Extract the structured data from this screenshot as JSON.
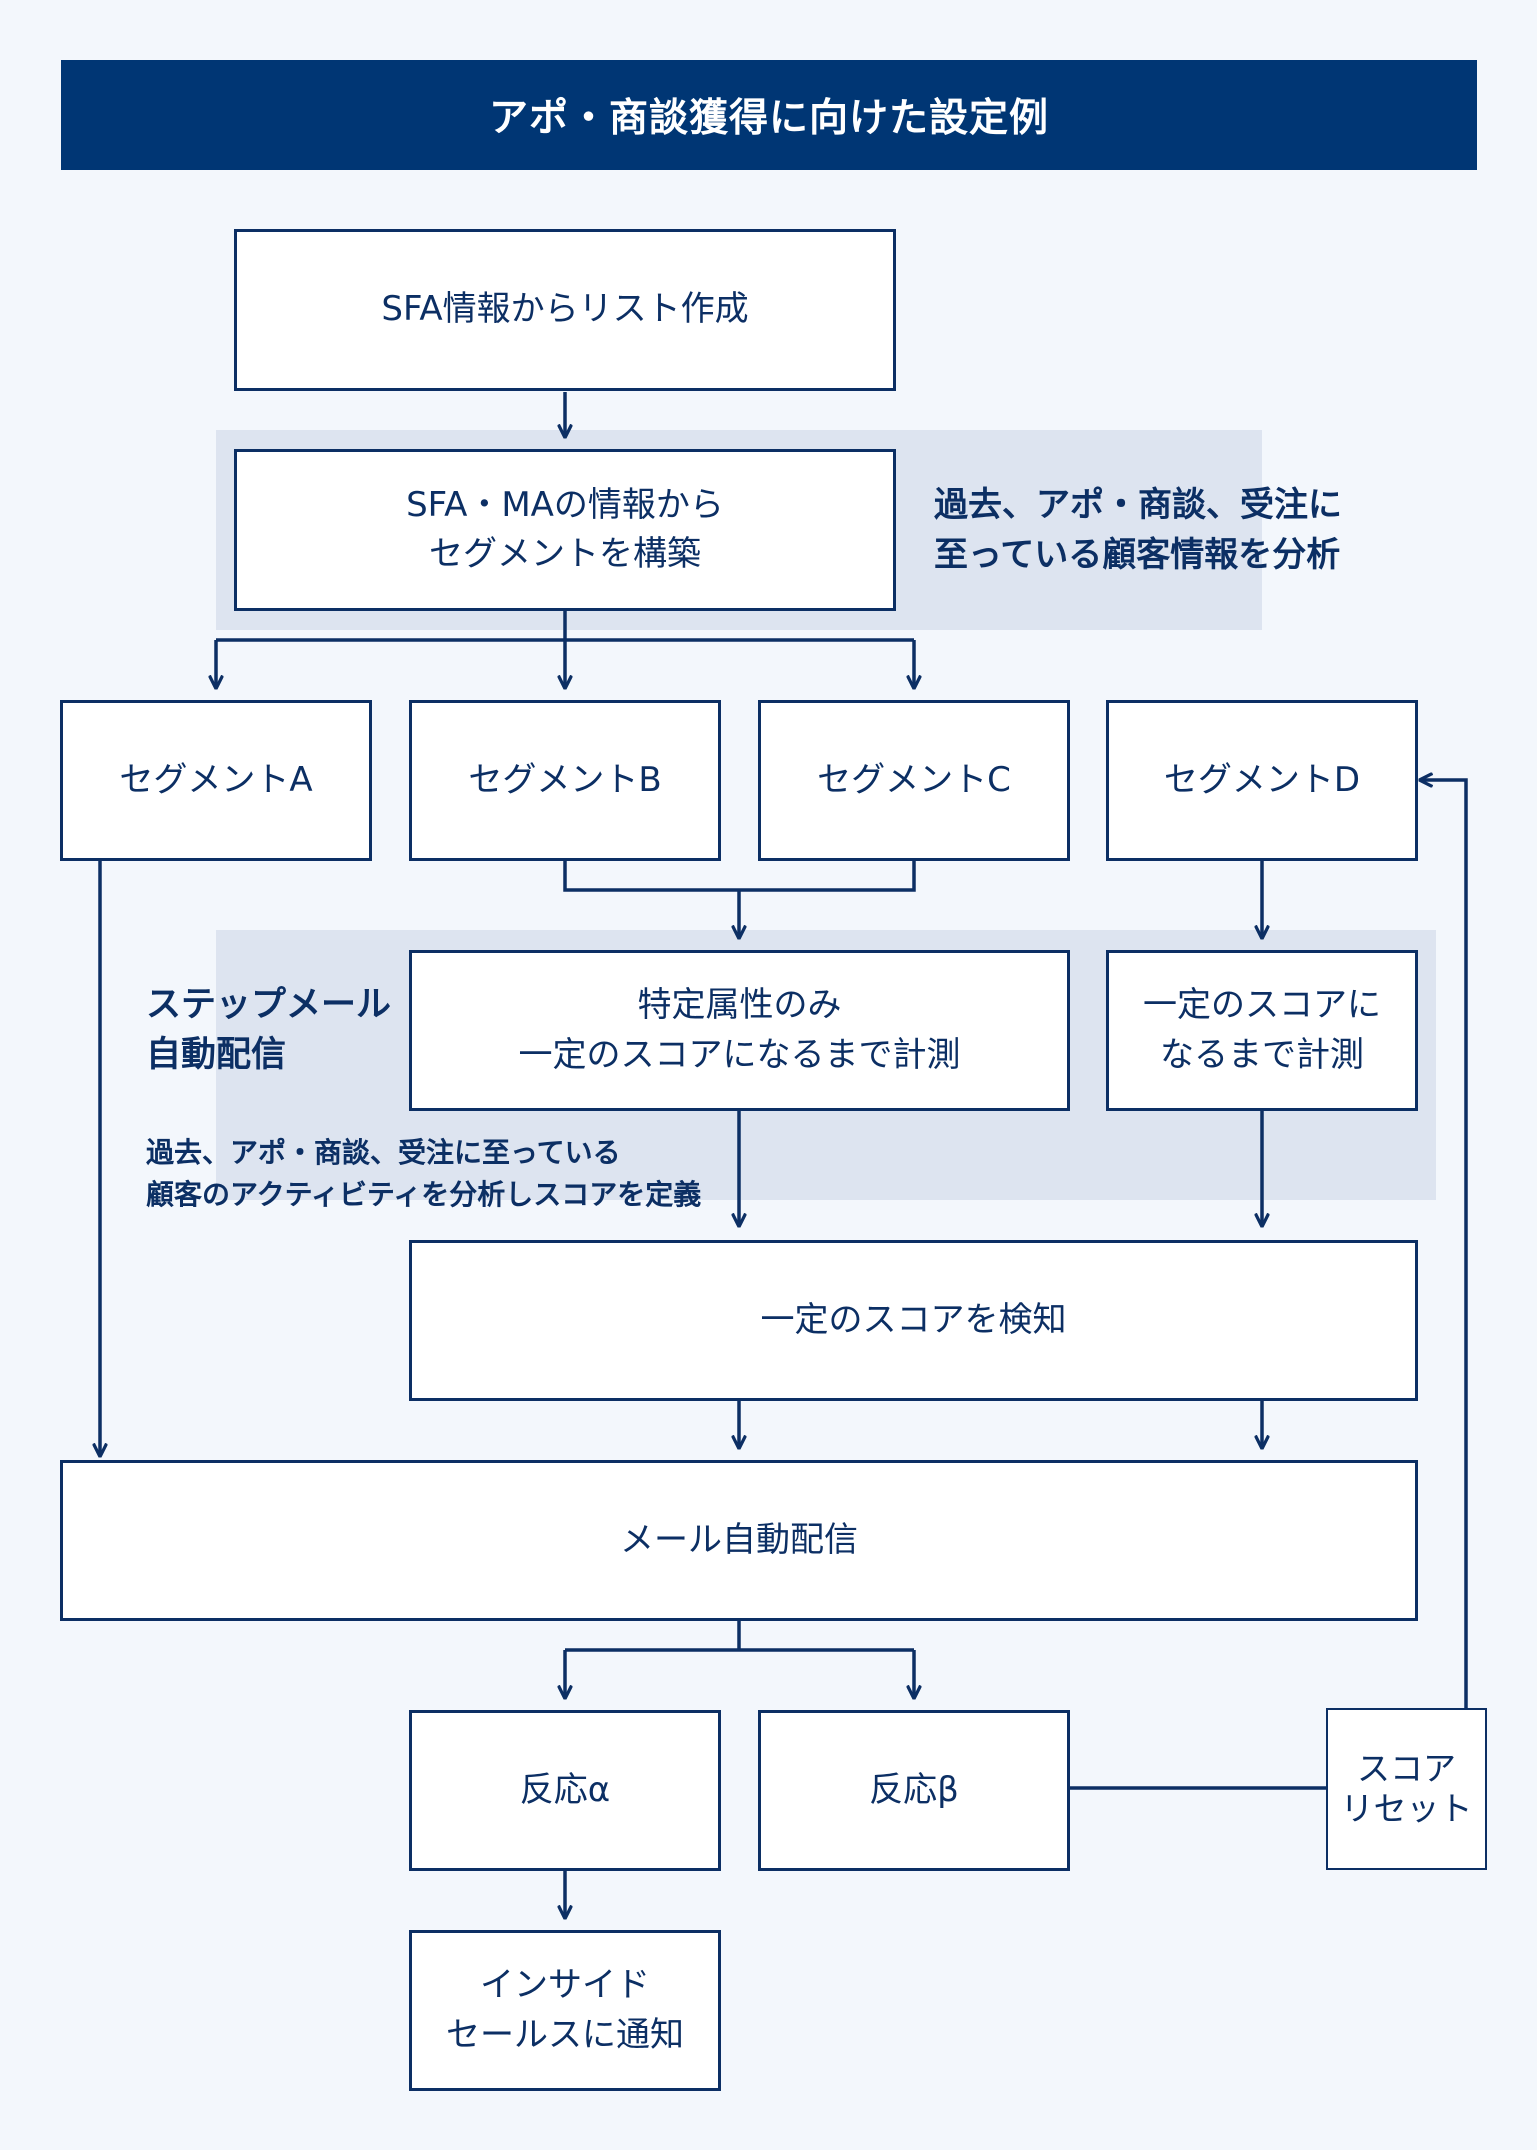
{
  "title": "アポ・商談獲得に向けた設定例",
  "nodes": {
    "create_list": [
      "SFA情報からリスト作成"
    ],
    "build_segments": [
      "SFA・MAの情報から",
      "セグメントを構築"
    ],
    "segment_a": [
      "セグメントA"
    ],
    "segment_b": [
      "セグメントB"
    ],
    "segment_c": [
      "セグメントC"
    ],
    "segment_d": [
      "セグメントD"
    ],
    "specific_attr": [
      "特定属性のみ",
      "一定のスコアになるまで計測"
    ],
    "measure_score": [
      "一定のスコアに",
      "なるまで計測"
    ],
    "detect_score": [
      "一定のスコアを検知"
    ],
    "mail_auto": [
      "メール自動配信"
    ],
    "reaction_alpha": [
      "反応α"
    ],
    "reaction_beta": [
      "反応β"
    ],
    "notify_sales": [
      "インサイド",
      "セールスに通知"
    ],
    "score_reset": [
      "スコア",
      "リセット"
    ]
  },
  "notes": {
    "analysis": [
      "過去、アポ・商談、受注に",
      "至っている顧客情報を分析"
    ],
    "step_mail": [
      "ステップメール",
      "自動配信"
    ],
    "score_define": [
      "過去、アポ・商談、受注に至っている",
      "顧客のアクティビティを分析しスコアを定義"
    ]
  },
  "colors": {
    "header_bg": "#003674",
    "line": "#0c2f64",
    "shade": "#dde4f0",
    "background": "#f3f7fc"
  }
}
